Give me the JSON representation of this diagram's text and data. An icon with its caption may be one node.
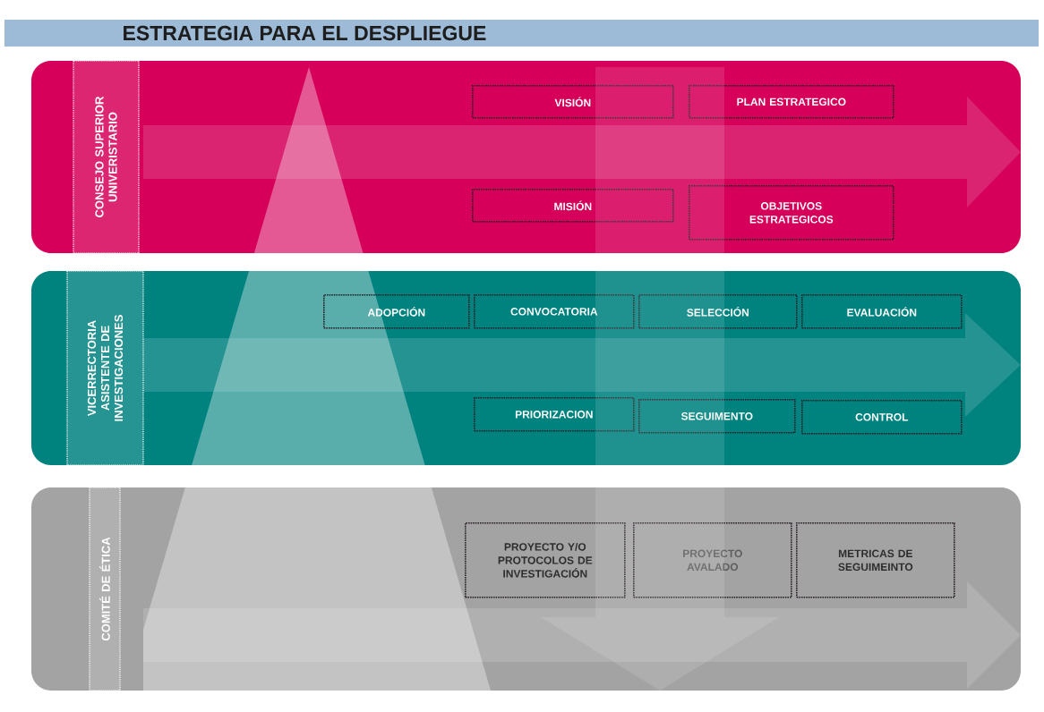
{
  "diagram": {
    "title": "ESTRATEGIA PARA EL DESPLIEGUE",
    "nodes": [
      {
        "text": [
          "CONSEJO SUPERIOR UNIVERISTARIO"
        ]
      },
      {
        "text": [
          "VISIÓN"
        ],
        "in": 0
      },
      {
        "text": [
          "PLAN ESTRATEGICO"
        ],
        "in": 0
      },
      {
        "text": [
          "MISIÓN"
        ],
        "in": 0
      },
      {
        "text": [
          "OBJETIVOS ESTRATEGICOS"
        ],
        "in": 0
      },
      {
        "text": [
          "VICERRECTORIA ASISTENTE DE INVESTIGACIONES"
        ]
      },
      {
        "text": [
          "ADOPCIÓN"
        ],
        "in": 5
      },
      {
        "text": [
          "CONVOCATORIA"
        ],
        "in": 5
      },
      {
        "text": [
          "SELECCIÓN"
        ],
        "in": 5
      },
      {
        "text": [
          "EVALUACIÓN"
        ],
        "in": 5
      },
      {
        "text": [
          "PRIORIZACION"
        ],
        "in": 5
      },
      {
        "text": [
          "SEGUIMENTO"
        ],
        "in": 5
      },
      {
        "text": [
          "CONTROL"
        ],
        "in": 5
      },
      {
        "text": [
          "COMITÉ DE ÉTICA"
        ]
      },
      {
        "text": [
          "PROYECTO Y/O PROTOCOLOS DE INVESTIGACIÓN"
        ],
        "in": 13
      },
      {
        "text": [
          "PROYECTO AVALADO"
        ],
        "in": 13
      },
      {
        "text": [
          "METRICAS DE SEGUIMEINTO"
        ],
        "in": 13
      }
    ],
    "edges": [
      {
        "from": null,
        "to": 0,
        "arrow": "to"
      },
      {
        "from": null,
        "to": 5,
        "arrow": "to"
      },
      {
        "from": null,
        "to": 13,
        "arrow": "to"
      },
      {
        "from": null,
        "to": 13,
        "arrow": "to"
      }
    ]
  }
}
